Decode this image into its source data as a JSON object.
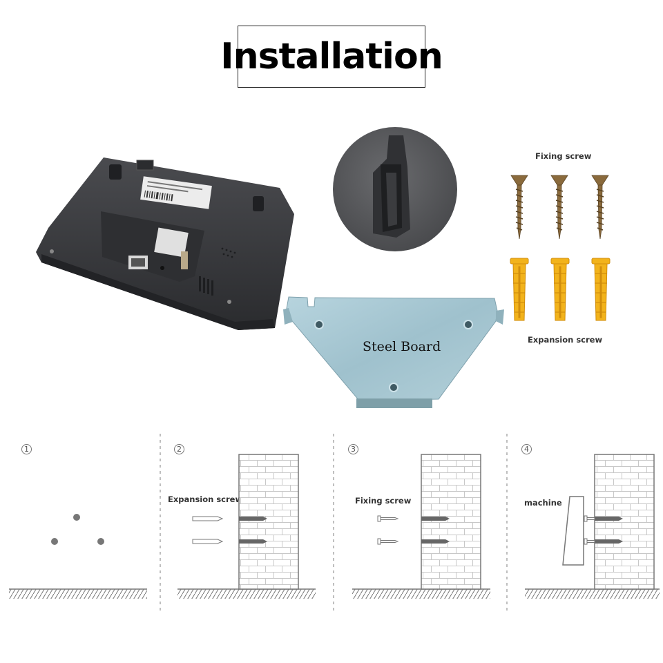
{
  "title": "Installation",
  "labels": {
    "fixing_screw": "Fixing screw",
    "expansion_screw": "Expansion screw",
    "steel_board": "Steel Board"
  },
  "steps": [
    {
      "number": "1"
    },
    {
      "number": "2",
      "label": "Expansion screw"
    },
    {
      "number": "3",
      "label": "Fixing screw"
    },
    {
      "number": "4",
      "label": "machine"
    }
  ],
  "colors": {
    "device_body": "#3a3b3e",
    "steel_plate": "#a9c8d3",
    "screw_brass": "#8a6a3c",
    "anchor_yellow": "#f2b31b",
    "diagram_line": "#666666"
  },
  "icons": [
    "device-back-photo",
    "slot-closeup-photo",
    "fixing-screw-icon",
    "expansion-anchor-icon",
    "steel-plate-photo",
    "brick-wall-icon",
    "ground-hatch-icon"
  ]
}
